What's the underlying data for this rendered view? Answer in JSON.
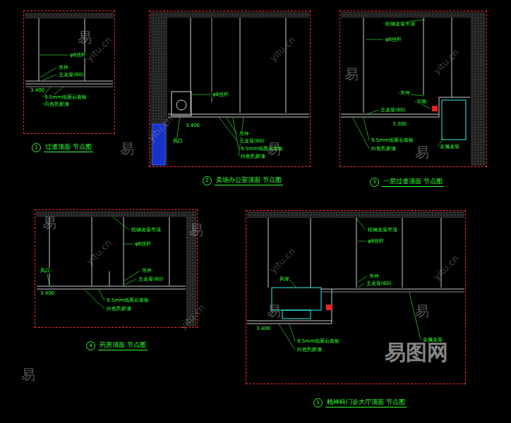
{
  "diagram": {
    "nodes": [
      {
        "text": [
          "1",
          "过道顶面 节点图"
        ]
      },
      {
        "text": [
          "2",
          "卖场办公室顶面 节点图"
        ]
      },
      {
        "text": [
          "3",
          "一层过道顶面 节点图"
        ]
      },
      {
        "text": [
          "4",
          "药房顶面 节点图"
        ]
      },
      {
        "text": [
          "5",
          "精神科门诊大厅顶面 节点图"
        ]
      }
    ],
    "labels": [
      "φ8丝杆",
      "吊件",
      "主龙骨(60)",
      "3.400",
      "9.5mm纸面石膏板",
      "白色乳胶漆",
      "φ8丝杆",
      "吊件",
      "主龙骨(60)",
      "3.400",
      "9.5mm纸面石膏板",
      "白色乳胶漆",
      "风口",
      "轻钢龙骨吊顶",
      "φ8丝杆",
      "吊件",
      "铝板",
      "主龙骨(60)",
      "3.300",
      "9.5mm纸面石膏板",
      "白色乳胶漆",
      "金属龙骨",
      "轻钢龙骨吊顶",
      "φ8丝杆",
      "风口",
      "吊件",
      "主龙骨(60)",
      "3.400",
      "9.5mm纸面石膏板",
      "白色乳胶漆",
      "轻钢龙骨吊顶",
      "φ8丝杆",
      "风管",
      "吊件",
      "主龙骨(60)",
      "3.400",
      "9.5mm纸面石膏板",
      "白色乳胶漆",
      "金属龙骨",
      "易",
      "易",
      "易",
      "易",
      "易",
      "易",
      "易",
      "易",
      "易",
      "易",
      "yitu.cn",
      "yitu.cn",
      "yitu.cn",
      "yitu.cn",
      "yitu.cn",
      "yitu.cn",
      "yitu.cn",
      "yitu.cn",
      "易图网"
    ]
  }
}
